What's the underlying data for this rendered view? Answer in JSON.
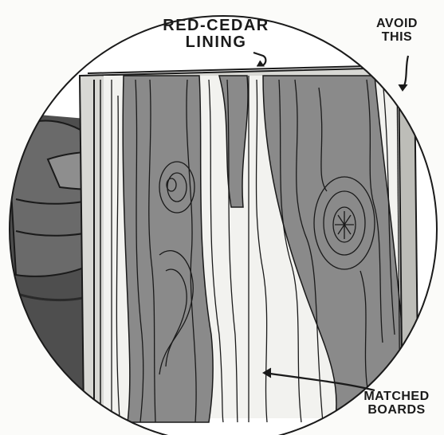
{
  "labels": {
    "red_cedar_line1": "RED-CEDAR",
    "red_cedar_line2": "LINING",
    "avoid_line1": "AVOID",
    "avoid_line2": "THIS",
    "matched_line1": "MATCHED",
    "matched_line2": "BOARDS"
  },
  "colors": {
    "background": "#fbfbf9",
    "dark_wood": "#8a8a8a",
    "light_wood": "#f2f2ef",
    "ink": "#1a1a1a",
    "hand": "#6a6a6a"
  }
}
